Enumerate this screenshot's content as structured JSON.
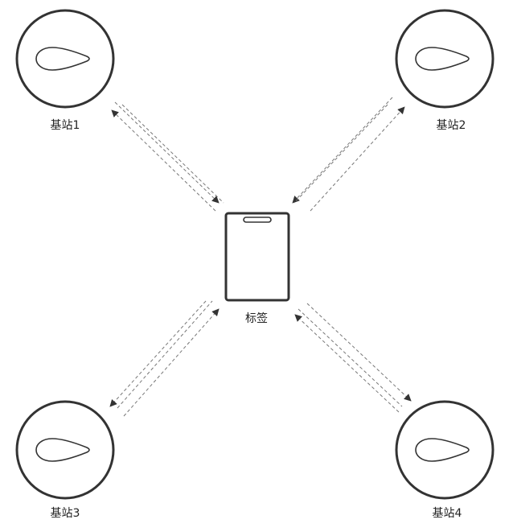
{
  "diagram": {
    "tag_label": "标签",
    "stations": [
      {
        "label": "基站1"
      },
      {
        "label": "基站2"
      },
      {
        "label": "基站3"
      },
      {
        "label": "基站4"
      }
    ],
    "colors": {
      "stroke": "#333333",
      "link": "#777777",
      "background": "#ffffff"
    }
  }
}
